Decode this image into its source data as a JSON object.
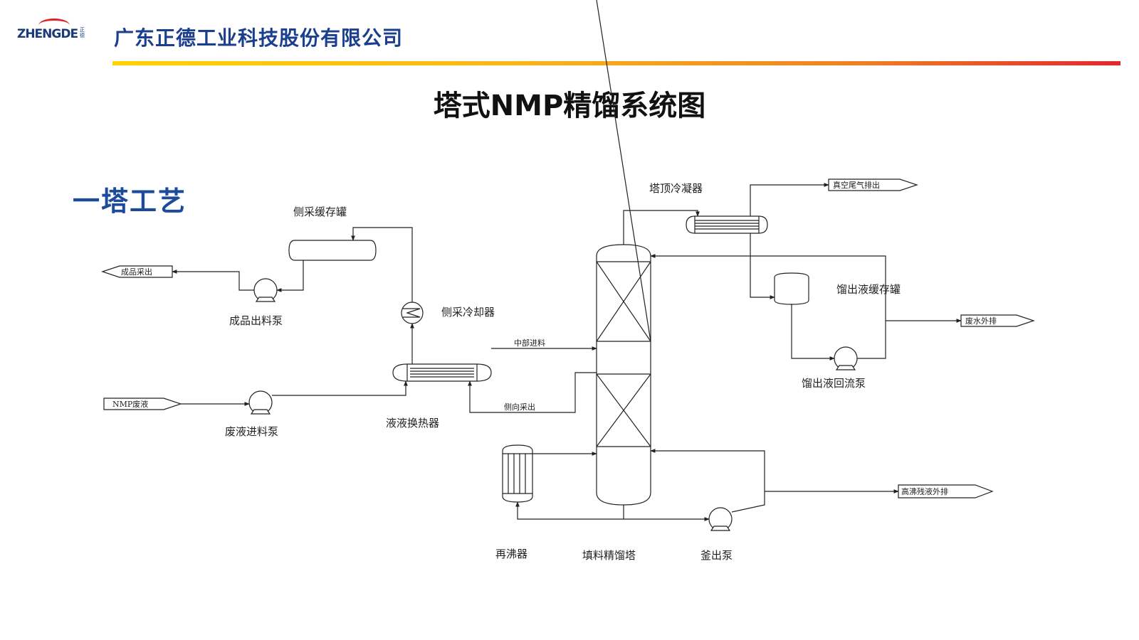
{
  "header": {
    "logo_text": "ZHENGDE",
    "logo_cn": "正德",
    "company_name": "广东正德工业科技股份有限公司"
  },
  "page_title": "塔式NMP精馏系统图",
  "section_title": "一塔工艺",
  "colors": {
    "brand_blue": "#1b3f8f",
    "bar_start": "#ffd400",
    "bar_end": "#e4262e",
    "line": "#222222"
  },
  "equipment": {
    "side_storage_tank": "侧采缓存罐",
    "product_pump": "成品出料泵",
    "side_cooler": "侧采冷却器",
    "heat_exchanger": "液液换热器",
    "feed_pump": "废液进料泵",
    "top_condenser": "塔顶冷凝器",
    "distillate_tank": "馏出液缓存罐",
    "reflux_pump": "馏出液回流泵",
    "reboiler": "再沸器",
    "column": "填料精馏塔",
    "bottom_pump": "釜出泵"
  },
  "streams": {
    "product_out": "成品采出",
    "nmp_waste": "NMP废液",
    "vacuum_tail_gas": "真空尾气排出",
    "waste_water": "废水外排",
    "high_boiling_residue": "高沸残液外排",
    "middle_feed": "中部进料",
    "side_draw": "侧向采出"
  }
}
